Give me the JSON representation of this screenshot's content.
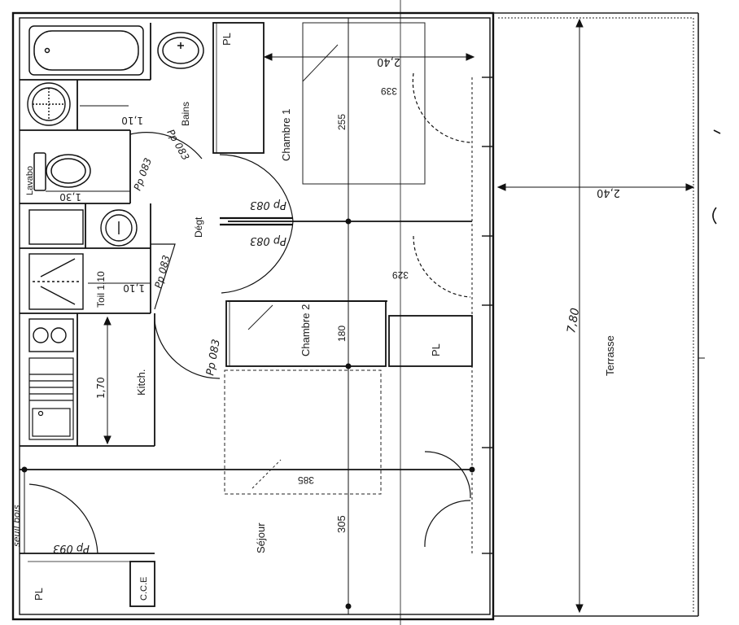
{
  "plan": {
    "rooms": {
      "bains": "Bains",
      "chambre1": "Chambre 1",
      "chambre2": "Chambre 2",
      "dega": "Dégt",
      "toilette": "Toil 1,10",
      "kitch": "Kitch.",
      "sejour": "Séjour",
      "terrasse": "Terrasse",
      "lavabo": "Lavabo",
      "seuil_bois": "seuil bois",
      "cce": "C.C.E"
    },
    "closets": {
      "pl_top": "PL",
      "pl_mid": "PL",
      "pl_bottom": "PL"
    },
    "doors": {
      "pp_bains": "Pp 083",
      "pp_a": "Pp 083",
      "pp_b": "Pp 083",
      "pp_c": "Pp 083",
      "pp_d": "Pp 083",
      "pp_chambre2": "Pp 083",
      "pp_entree": "Pp 093"
    },
    "dimensions": {
      "d_240_top": "2,40",
      "d_240_terrasse": "2,40",
      "d_339": "339",
      "d_255": "255",
      "d_329": "329",
      "d_180": "180",
      "d_385": "385",
      "d_305": "305",
      "d_110_bains": "1,10",
      "d_110_toil": "1,10",
      "d_130": "1,30",
      "d_170": "1,70",
      "d_780": "7,80"
    }
  }
}
